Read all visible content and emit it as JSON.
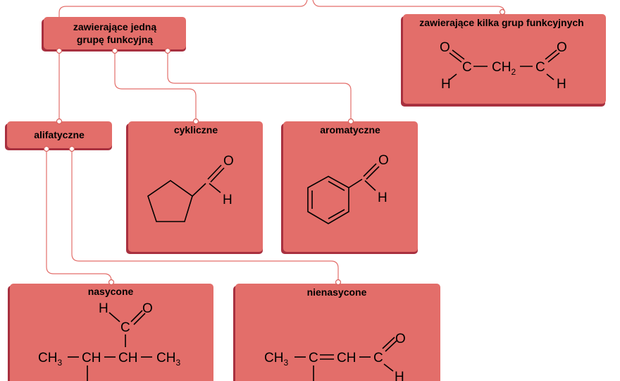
{
  "nodes": {
    "one_group": {
      "line1": "zawierające jedną",
      "line2": "grupę funkcyjną"
    },
    "several_groups": {
      "title": "zawierające kilka grup funkcyjnych",
      "formula": {
        "O_left": "O",
        "C_left": "C",
        "CH": "CH",
        "sub2": "2",
        "C_right": "C",
        "O_right": "O",
        "H_left": "H",
        "H_right": "H"
      }
    },
    "aliphatic": {
      "title": "alifatyczne"
    },
    "cyclic": {
      "title": "cykliczne",
      "O": "O",
      "H": "H"
    },
    "aromatic": {
      "title": "aromatyczne",
      "O": "O",
      "H": "H"
    },
    "saturated": {
      "title": "nasycone",
      "formula": {
        "H": "H",
        "O": "O",
        "C": "C",
        "CH3_a": "CH",
        "sub_a": "3",
        "CH_1": "CH",
        "CH_2": "CH",
        "CH3_b": "CH",
        "sub_b": "3"
      }
    },
    "unsaturated": {
      "title": "nienasycone",
      "formula": {
        "CH3": "CH",
        "sub": "3",
        "C": "C",
        "CH": "CH",
        "C2": "C",
        "O": "O",
        "H": "H"
      }
    }
  }
}
